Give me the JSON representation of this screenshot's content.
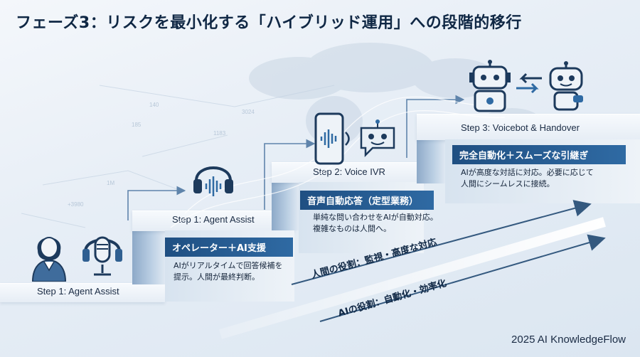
{
  "title": "フェーズ3：リスクを最小化する「ハイブリッド運用」への段階的移行",
  "steps": [
    {
      "label": "Step 1: Agent Assist",
      "bar": "オペレーター＋AI支援",
      "desc": [
        "AIがリアルタイムで回答候補を",
        "提示。人間が最終判断。"
      ]
    },
    {
      "label": "Step 2: Voice IVR",
      "bar": "音声自動応答（定型業務）",
      "desc": [
        "単純な問い合わせをAIが自動対応。",
        "複雑なものは人間へ。"
      ]
    },
    {
      "label": "Step 3: Voicebot & Handover",
      "bar": "完全自動化＋スムーズな引継ぎ",
      "desc": [
        "AIが高度な対話に対応。必要に応じて",
        "人間にシームレスに接続。"
      ]
    }
  ],
  "ground_label": "Step 1: Agent Assist",
  "bg_numbers": [
    "3024",
    "1183",
    "140",
    "185",
    "+3980",
    "1M"
  ],
  "roles": {
    "human": "人間の役割：監視・高度な対応",
    "ai": "AIの役割：自動化・効率化"
  },
  "footer": "2025 AI KnowledgeFlow",
  "colors": {
    "navy": "#1f4f82",
    "ink": "#0f2744",
    "sky": "#dbe6f1"
  },
  "icons": [
    "operator-icon",
    "microphone-icon",
    "headset-icon",
    "smartphone-icon",
    "chatbot-icon",
    "robot-icon",
    "handover-arrows-icon"
  ]
}
